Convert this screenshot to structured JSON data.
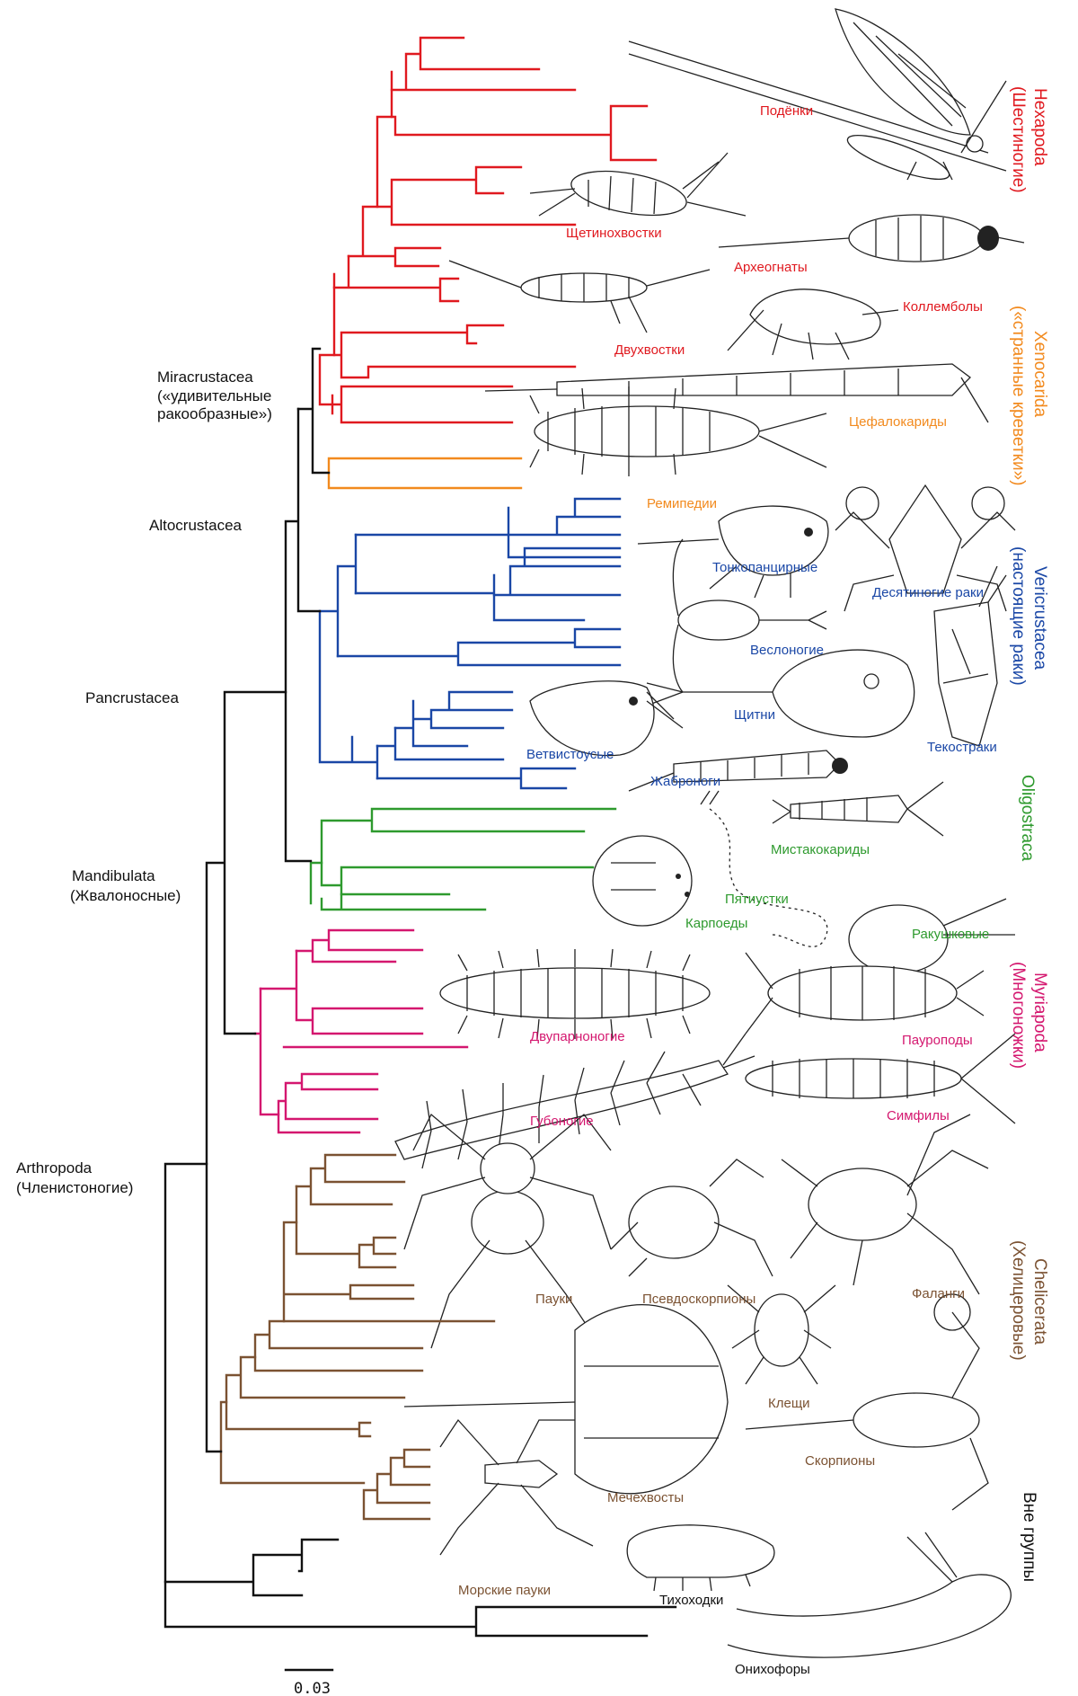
{
  "colors": {
    "hexapoda": "#e0191f",
    "xenocarida": "#f28a1e",
    "vericrustacea": "#1a47a6",
    "oligostraca": "#2e9a2e",
    "myriapoda": "#d4176f",
    "chelicerata": "#7b5232",
    "black": "#111111"
  },
  "clades": {
    "miracrustacea": "Miracrustacea",
    "miracrustacea_sub": "(«удивительные",
    "miracrustacea_sub2": "ракообразные»)",
    "altocrustacea": "Altocrustacea",
    "pancrustacea": "Pancrustacea",
    "mandibulata": "Mandibulata",
    "mandibulata_sub": "(Жвалоносные)",
    "arthropoda": "Arthropoda",
    "arthropoda_sub": "(Членистоногие)"
  },
  "groups": {
    "hexapoda": "Hexapoda",
    "hexapoda_sub": "(Шестиногие)",
    "xenocarida": "Xenocarida",
    "xenocarida_sub": "(«странные креветки»)",
    "vericrustacea": "Vericrustacea",
    "vericrustacea_sub": "(настоящие раки)",
    "oligostraca": "Oligostraca",
    "myriapoda": "Myriapoda",
    "myriapoda_sub": "(Многоножки)",
    "chelicerata": "Chelicerata",
    "chelicerata_sub": "(Хелицеровые)",
    "outgroup": "Вне группы"
  },
  "taxa": {
    "podenki": "Подёнки",
    "shchetinokhvostki": "Щетинохвостки",
    "arkheognaty": "Археогнаты",
    "kollemboly": "Коллемболы",
    "dvukhvostki": "Двухвостки",
    "tsefalokaridy": "Цефалокариды",
    "remipedii": "Ремипедии",
    "tonkopantsirnye": "Тонкопанцирные",
    "desyatinogie": "Десятиногие раки",
    "veslonogie": "Веслоногие",
    "shchitni": "Щитни",
    "tekostraki": "Текостраки",
    "vetvistousye": "Ветвистоусые",
    "zhabronogi": "Жаброноги",
    "mistakokaridy": "Мистакокариды",
    "pyatiustki": "Пятиустки",
    "karpoedy": "Карпоеды",
    "rakushkovye": "Ракушковые",
    "dvuparnonogie": "Двупарноногие",
    "pauropody": "Пауроподы",
    "gubonogie": "Губоногие",
    "simfily": "Симфилы",
    "pauki": "Пауки",
    "psevdoskorpiony": "Псевдоскорпионы",
    "falangi": "Фаланги",
    "kleshchi": "Клещи",
    "skorpiony": "Скорпионы",
    "mechekhvosty": "Мечехвосты",
    "morskie_pauki": "Морские пауки",
    "tikhokhodki": "Тихоходки",
    "onikhofory": "Онихофоры"
  },
  "scale_bar": "0.03"
}
